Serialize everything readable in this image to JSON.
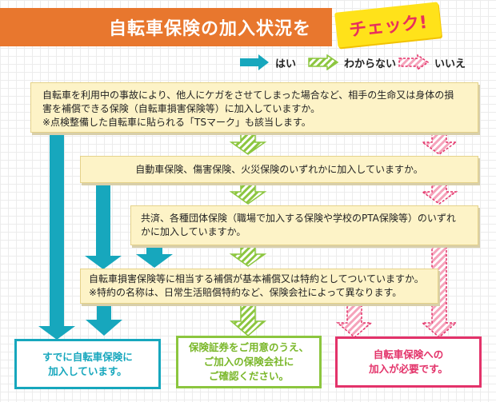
{
  "header": {
    "title": "自転車保険の加入状況を",
    "badge": "チェック!"
  },
  "legend": {
    "yes": "はい",
    "unknown": "わからない",
    "no": "いいえ"
  },
  "colors": {
    "banner": "#e8772e",
    "badge_bg": "#ffe21a",
    "badge_text": "#e8305c",
    "yes": "#17a7bd",
    "unknown": "#8cc63f",
    "no": "#e3336a",
    "question_bg": "#fdf3c7"
  },
  "questions": {
    "q1": {
      "line1": "自転車を利用中の事故により、他人にケガをさせてしまった場合など、相手の生命又は身体の損",
      "line2": "害を補償できる保険（自転車損害保険等）に加入していますか。",
      "note": "※点検整備した自転車に貼られる「TSマーク」も該当します。"
    },
    "q2": {
      "text": "自動車保険、傷害保険、火災保険のいずれかに加入していますか。"
    },
    "q3": {
      "line1": "共済、各種団体保険（職場で加入する保険や学校のPTA保険等）のいずれ",
      "line2": "かに加入していますか。"
    },
    "q4": {
      "line1": "自転車損害保険等に相当する補償が基本補償又は特約としてついていますか。",
      "note": "※特約の名称は、日常生活賠償特約など、保険会社によって異なります。"
    }
  },
  "results": {
    "enrolled": {
      "line1": "すでに自転車保険に",
      "line2": "加入しています。"
    },
    "check_policy": {
      "line1": "保険証券をご用意のうえ、",
      "line2": "ご加入の保険会社に",
      "line3": "ご確認ください。"
    },
    "need_enroll": {
      "line1": "自転車保険への",
      "line2": "加入が必要です。"
    }
  }
}
